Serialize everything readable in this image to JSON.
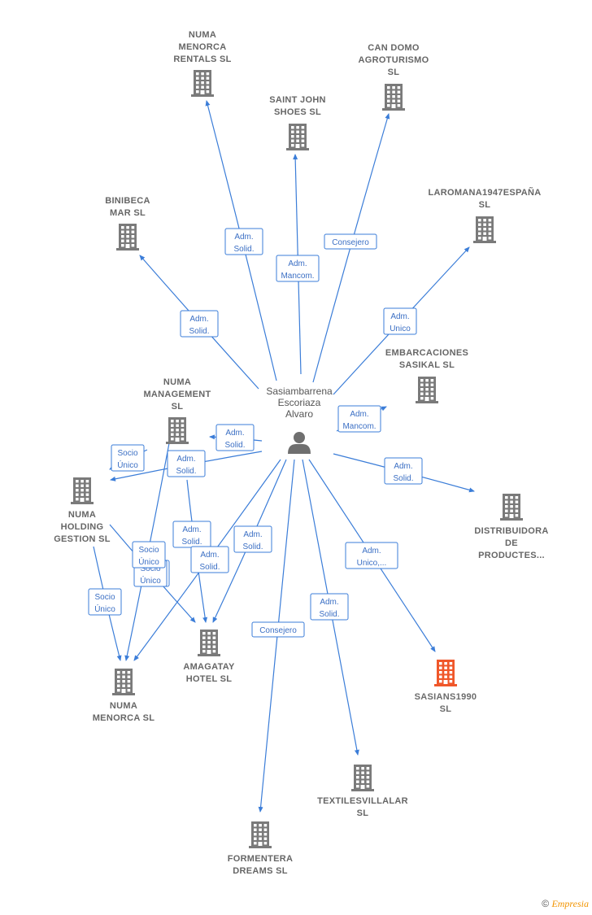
{
  "center": {
    "label_lines": [
      "Sasiambarrena",
      "Escoriaza",
      "Alvaro"
    ]
  },
  "companies": [
    {
      "id": "numa_menorca_rentals",
      "lines": [
        "NUMA",
        "MENORCA",
        "RENTALS  SL"
      ],
      "highlight": false
    },
    {
      "id": "can_domo",
      "lines": [
        "CAN DOMO",
        "AGROTURISMO",
        "SL"
      ],
      "highlight": false
    },
    {
      "id": "saint_john",
      "lines": [
        "SAINT JOHN",
        "SHOES SL"
      ],
      "highlight": false
    },
    {
      "id": "binibeca",
      "lines": [
        "BINIBECA",
        "MAR  SL"
      ],
      "highlight": false
    },
    {
      "id": "laromana",
      "lines": [
        "LAROMANA1947ESPAÑA",
        "SL"
      ],
      "highlight": false
    },
    {
      "id": "embarcaciones",
      "lines": [
        "EMBARCACIONES",
        "SASIKAL  SL"
      ],
      "highlight": false
    },
    {
      "id": "numa_management",
      "lines": [
        "NUMA",
        "MANAGEMENT",
        "SL"
      ],
      "highlight": false
    },
    {
      "id": "numa_holding",
      "lines": [
        "NUMA",
        "HOLDING",
        "GESTION  SL"
      ],
      "highlight": false
    },
    {
      "id": "distribuidora",
      "lines": [
        "DISTRIBUIDORA",
        "DE",
        "PRODUCTES..."
      ],
      "highlight": false
    },
    {
      "id": "amagatay",
      "lines": [
        "AMAGATAY",
        "HOTEL  SL"
      ],
      "highlight": false
    },
    {
      "id": "numa_menorca",
      "lines": [
        "NUMA",
        "MENORCA  SL"
      ],
      "highlight": false
    },
    {
      "id": "sasians",
      "lines": [
        "SASIANS1990",
        "SL"
      ],
      "highlight": true
    },
    {
      "id": "textiles",
      "lines": [
        "TEXTILESVILLALAR",
        "SL"
      ],
      "highlight": false
    },
    {
      "id": "formentera",
      "lines": [
        "FORMENTERA",
        "DREAMS  SL"
      ],
      "highlight": false
    }
  ],
  "relations": [
    {
      "id": "r1",
      "lines": [
        "Adm.",
        "Solid."
      ]
    },
    {
      "id": "r2",
      "lines": [
        "Adm.",
        "Mancom."
      ]
    },
    {
      "id": "r3",
      "lines": [
        "Consejero"
      ]
    },
    {
      "id": "r4",
      "lines": [
        "Adm.",
        "Unico"
      ]
    },
    {
      "id": "r5",
      "lines": [
        "Adm.",
        "Solid."
      ]
    },
    {
      "id": "r6",
      "lines": [
        "Adm.",
        "Mancom."
      ]
    },
    {
      "id": "r7",
      "lines": [
        "Adm.",
        "Solid."
      ]
    },
    {
      "id": "r8",
      "lines": [
        "Socio",
        "Único"
      ]
    },
    {
      "id": "r9",
      "lines": [
        "Adm.",
        "Solid."
      ]
    },
    {
      "id": "r10",
      "lines": [
        "Adm.",
        "Solid."
      ]
    },
    {
      "id": "r11",
      "lines": [
        "Socio",
        "Único"
      ]
    },
    {
      "id": "r12",
      "lines": [
        "Adm.",
        "Solid."
      ]
    },
    {
      "id": "r13",
      "lines": [
        "Socio",
        "Único"
      ]
    },
    {
      "id": "r14",
      "lines": [
        "Adm.",
        "Solid."
      ]
    },
    {
      "id": "r15",
      "lines": [
        "Adm.",
        "Unico,..."
      ]
    },
    {
      "id": "r16",
      "lines": [
        "Socio",
        "Único"
      ]
    },
    {
      "id": "r17",
      "lines": [
        "Socio",
        "Único"
      ]
    },
    {
      "id": "r18",
      "lines": [
        "Adm.",
        "Solid."
      ]
    },
    {
      "id": "r19",
      "lines": [
        "Consejero"
      ]
    }
  ],
  "footer": {
    "copyright": "©",
    "brand": "Empresia"
  },
  "colors": {
    "edge": "#3b7dd8",
    "building": "#7a7a7a",
    "building_highlight": "#f0572a",
    "person": "#6f6f6f"
  }
}
